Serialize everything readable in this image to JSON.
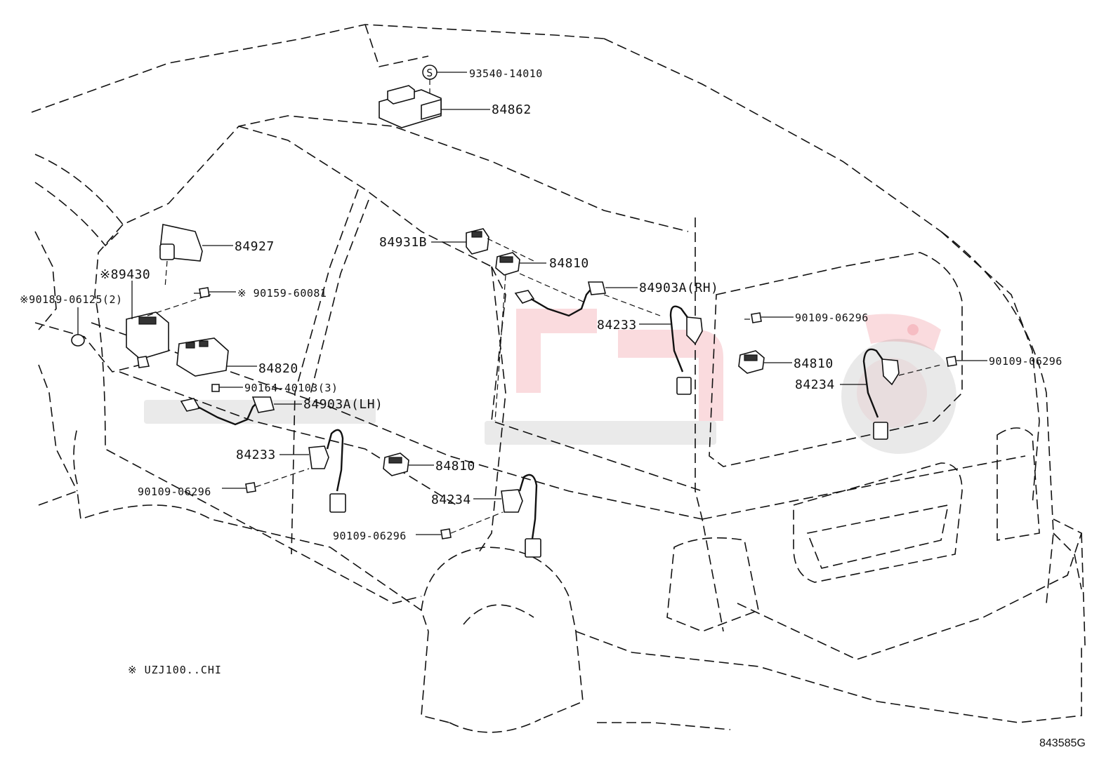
{
  "parts": {
    "p93540": "93540-14010",
    "p84862": "84862",
    "p84927": "84927",
    "p89430": "※89430",
    "p90189": "※90189-06125(2)",
    "p90159": "※ 90159-60081",
    "p84931B": "84931B",
    "p84810_top": "84810",
    "p84903A_RH": "84903A(RH)",
    "p84233_right": "84233",
    "p90109_right_top": "90109-06296",
    "p84810_right": "84810",
    "p90109_right": "90109-06296",
    "p84234_right": "84234",
    "p84820": "84820",
    "p90164": "90164-40103(3)",
    "p84903A_LH": "84903A(LH)",
    "p84233_left": "84233",
    "p84810_mid": "84810",
    "p90109_left": "90109-06296",
    "p84234_mid": "84234",
    "p90109_bottom": "90109-06296"
  },
  "symbols": {
    "s_mark": "S"
  },
  "footnote": "※  UZJ100..CHI",
  "diagram_code": "843585G",
  "colors": {
    "line": "#111111",
    "watermark": "#e63946"
  }
}
